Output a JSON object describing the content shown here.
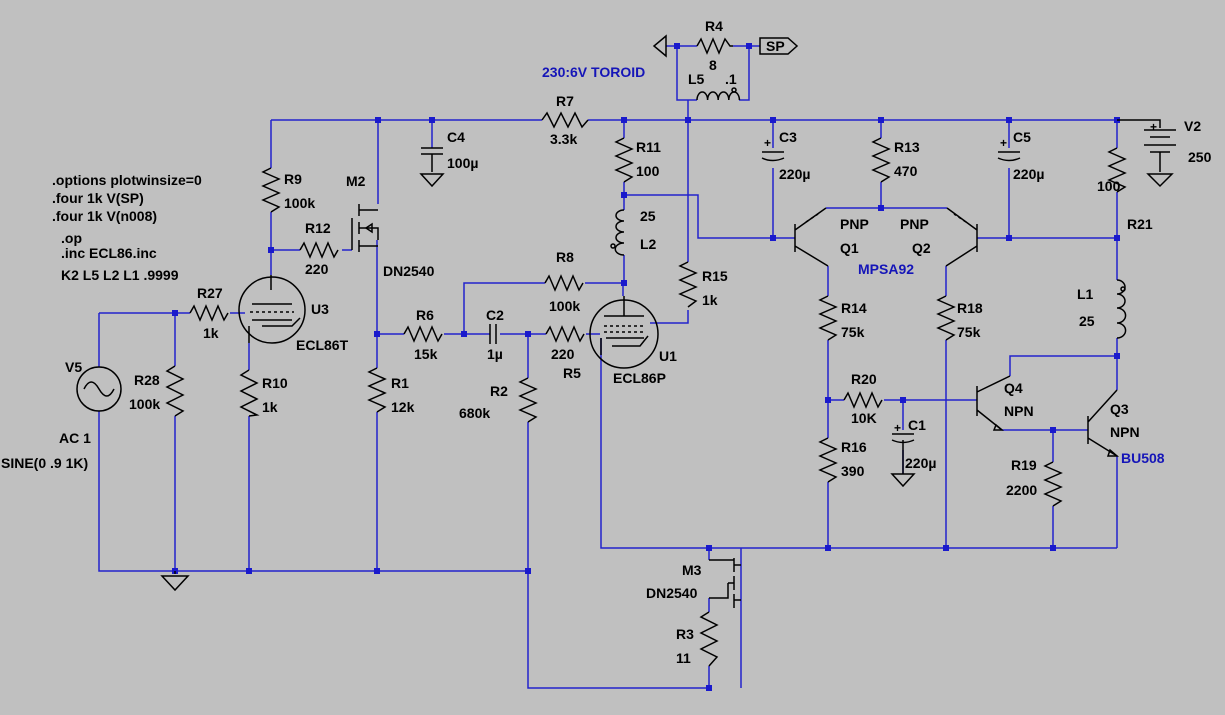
{
  "directives": [
    ".options plotwinsize=0",
    ".four 1k V(SP)",
    ".four 1k V(n008)",
    ".op",
    ".inc ECL86.inc",
    "K2 L5 L2 L1 .9999"
  ],
  "comment_toroid": "230:6V TOROID",
  "comment_mpsa92": "MPSA92",
  "comment_bu508": "BU508",
  "sources": {
    "v5": {
      "name": "V5",
      "ac": "AC 1",
      "sine": "SINE(0 .9 1K)"
    },
    "v2": {
      "name": "V2",
      "value": "250"
    }
  },
  "net_label_sp": "SP",
  "components": {
    "R4": {
      "name": "R4",
      "value": "8"
    },
    "L5": {
      "name": "L5",
      "value": ".1"
    },
    "R7": {
      "name": "R7",
      "value": "3.3k"
    },
    "C4": {
      "name": "C4",
      "value": "100µ"
    },
    "R11": {
      "name": "R11",
      "value": "100"
    },
    "C3": {
      "name": "C3",
      "value": "220µ"
    },
    "R13": {
      "name": "R13",
      "value": "470"
    },
    "C5": {
      "name": "C5",
      "value": "220µ"
    },
    "R21": {
      "name": "R21",
      "value": "100"
    },
    "R9": {
      "name": "R9",
      "value": "100k"
    },
    "M2": {
      "name": "M2",
      "value": "DN2540"
    },
    "R12": {
      "name": "R12",
      "value": "220"
    },
    "L2": {
      "name": "L2",
      "value": "25"
    },
    "R15": {
      "name": "R15",
      "value": "1k"
    },
    "Q1": {
      "name": "Q1",
      "value": "PNP"
    },
    "Q2": {
      "name": "Q2",
      "value": "PNP"
    },
    "L1": {
      "name": "L1",
      "value": "25"
    },
    "R27": {
      "name": "R27",
      "value": "1k"
    },
    "U3": {
      "name": "U3",
      "value": "ECL86T"
    },
    "R8": {
      "name": "R8",
      "value": "100k"
    },
    "R6": {
      "name": "R6",
      "value": "15k"
    },
    "C2": {
      "name": "C2",
      "value": "1µ"
    },
    "R5": {
      "name": "R5",
      "value": "220"
    },
    "U1": {
      "name": "U1",
      "value": "ECL86P"
    },
    "R14": {
      "name": "R14",
      "value": "75k"
    },
    "R18": {
      "name": "R18",
      "value": "75k"
    },
    "R28": {
      "name": "R28",
      "value": "100k"
    },
    "R10": {
      "name": "R10",
      "value": "1k"
    },
    "R1": {
      "name": "R1",
      "value": "12k"
    },
    "R2": {
      "name": "R2",
      "value": "680k"
    },
    "R20": {
      "name": "R20",
      "value": "10K"
    },
    "C1": {
      "name": "C1",
      "value": "220µ"
    },
    "Q4": {
      "name": "Q4",
      "value": "NPN"
    },
    "Q3": {
      "name": "Q3",
      "value": "NPN"
    },
    "R16": {
      "name": "R16",
      "value": "390"
    },
    "R19": {
      "name": "R19",
      "value": "2200"
    },
    "M3": {
      "name": "M3",
      "value": "DN2540"
    },
    "R3": {
      "name": "R3",
      "value": "11"
    }
  }
}
